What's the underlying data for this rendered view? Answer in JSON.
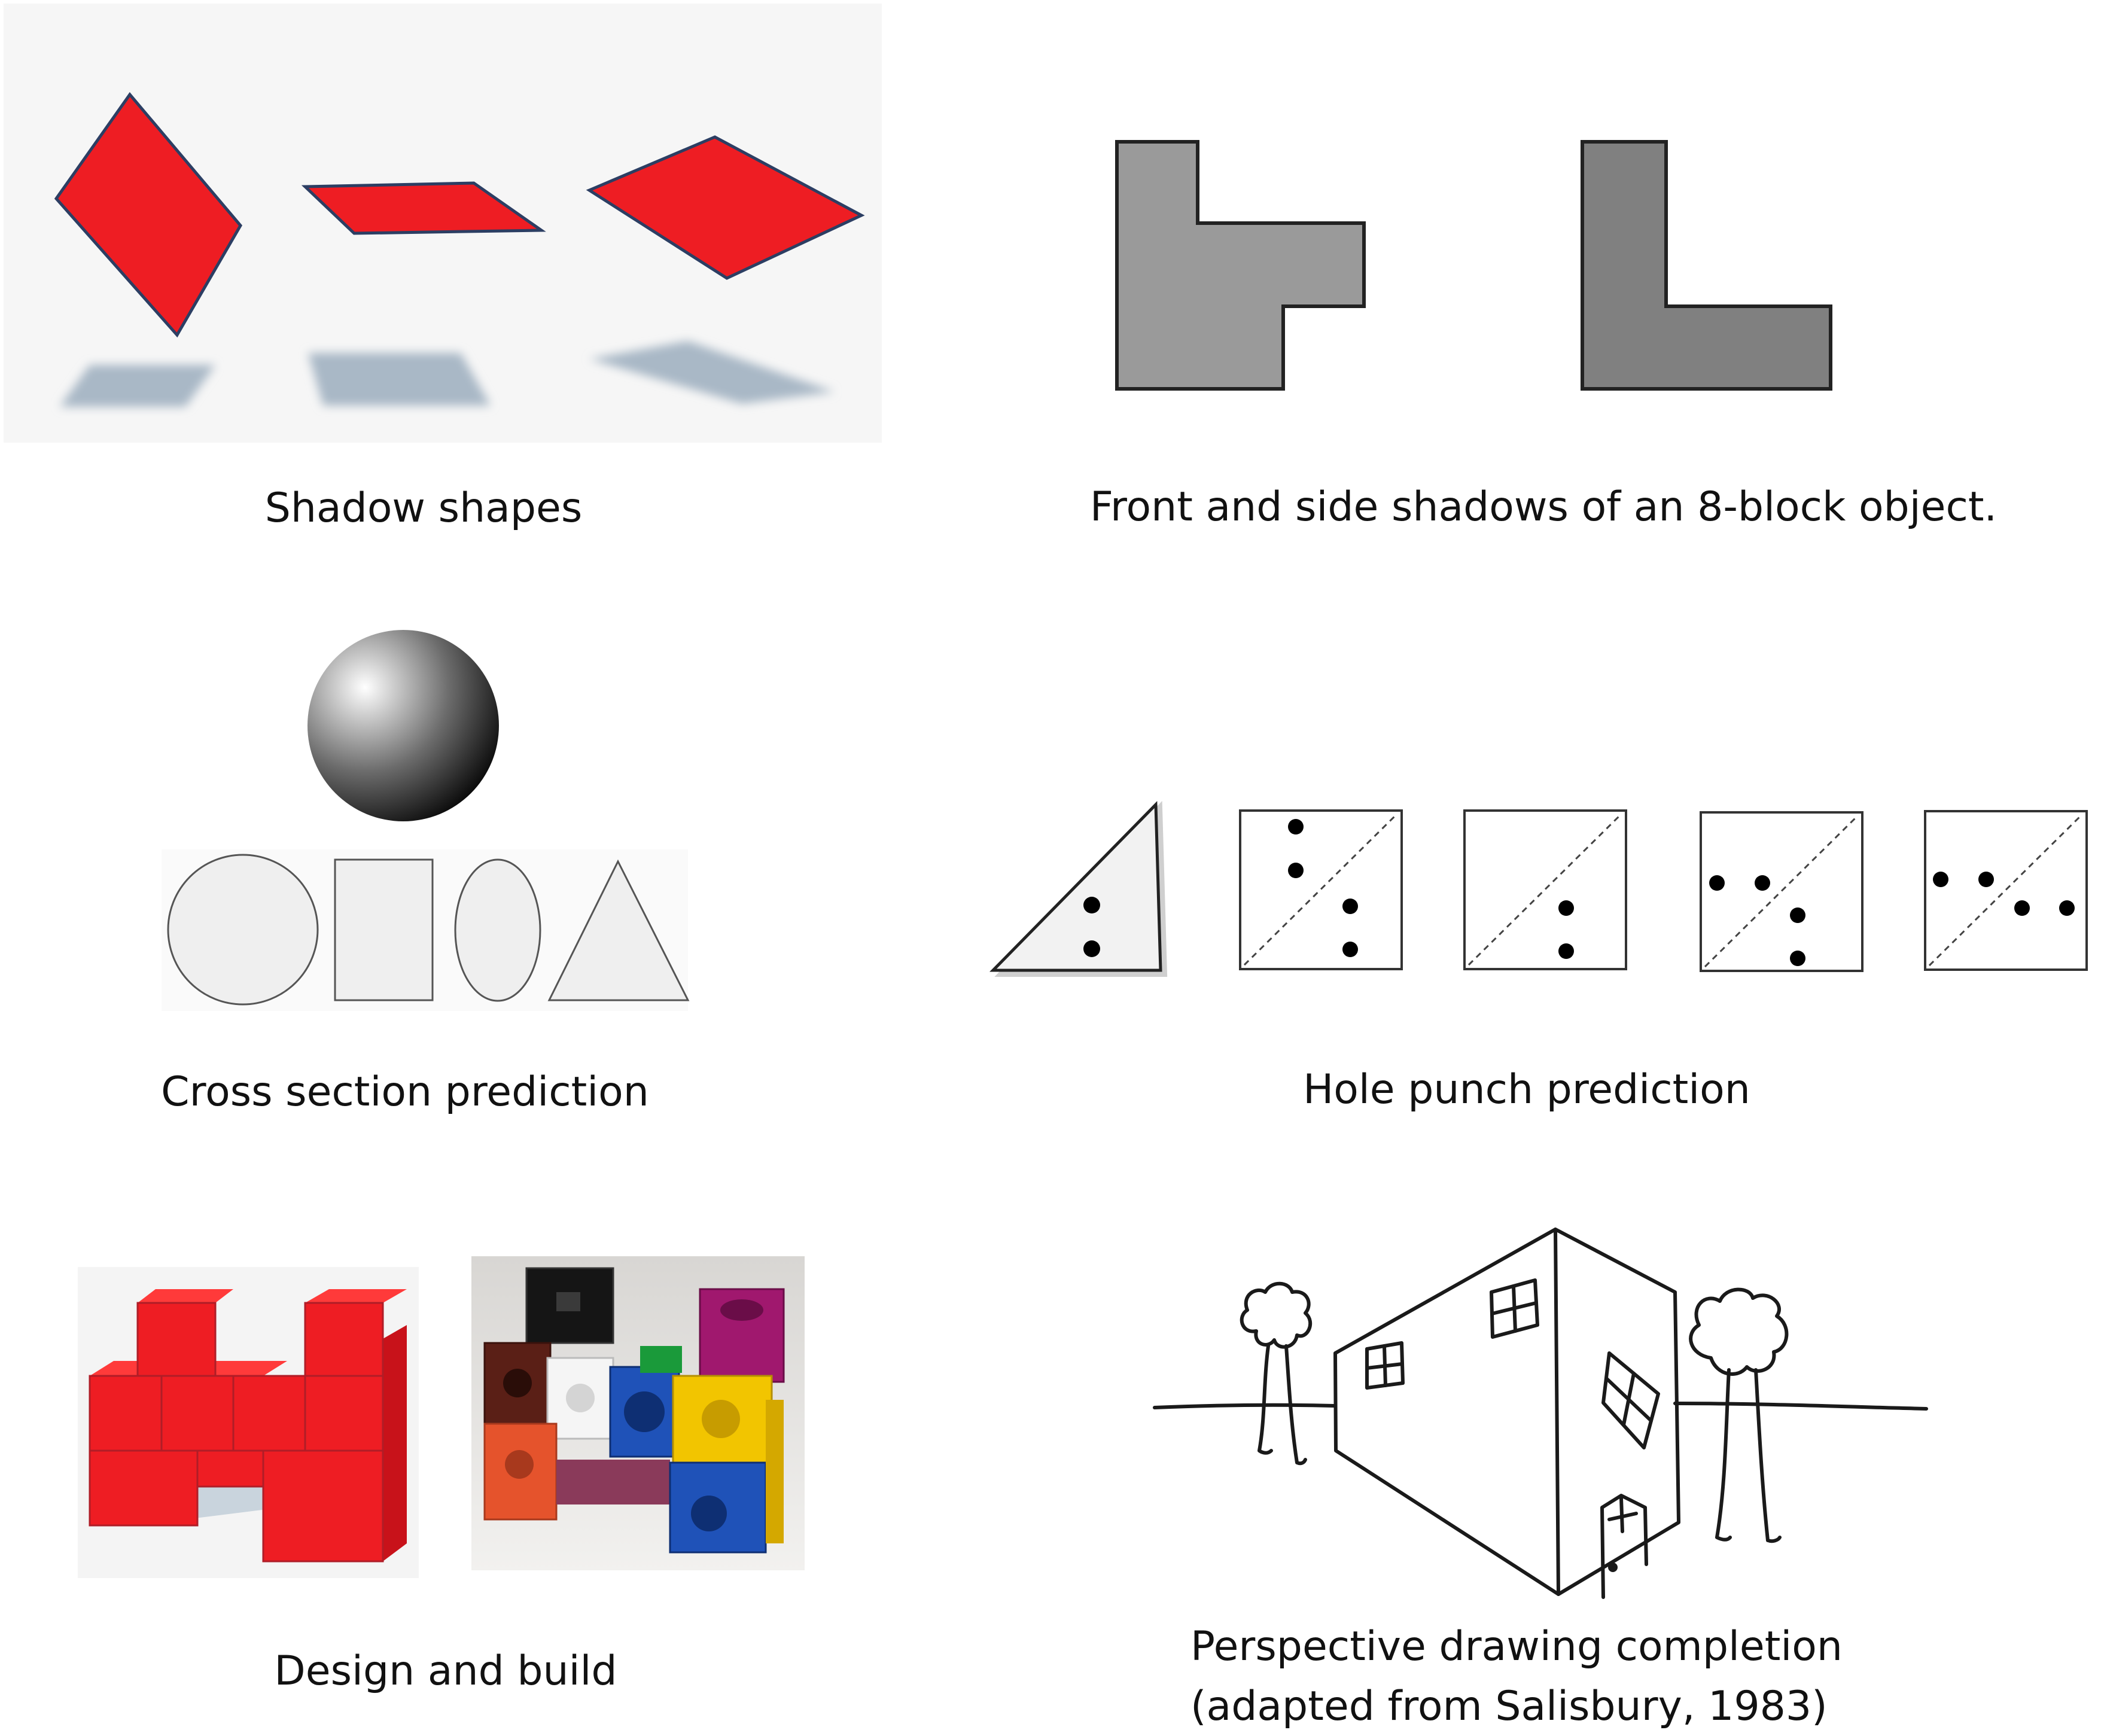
{
  "panels": {
    "shadow_shapes": {
      "caption": "Shadow shapes"
    },
    "front_side_shadows": {
      "caption": "Front and side shadows of an 8-block object."
    },
    "cross_section": {
      "caption": "Cross section prediction"
    },
    "hole_punch": {
      "caption": "Hole punch prediction"
    },
    "design_build": {
      "caption": "Design and build"
    },
    "perspective": {
      "caption_line1": "Perspective drawing completion",
      "caption_line2": "(adapted from Salisbury, 1983)"
    }
  },
  "colors": {
    "red": "#ee1d23",
    "red_dark": "#c8121a",
    "shadow": "#a9b8c6",
    "gray_light": "#9a9a9a",
    "gray_dark": "#808080",
    "outline": "#222222"
  }
}
